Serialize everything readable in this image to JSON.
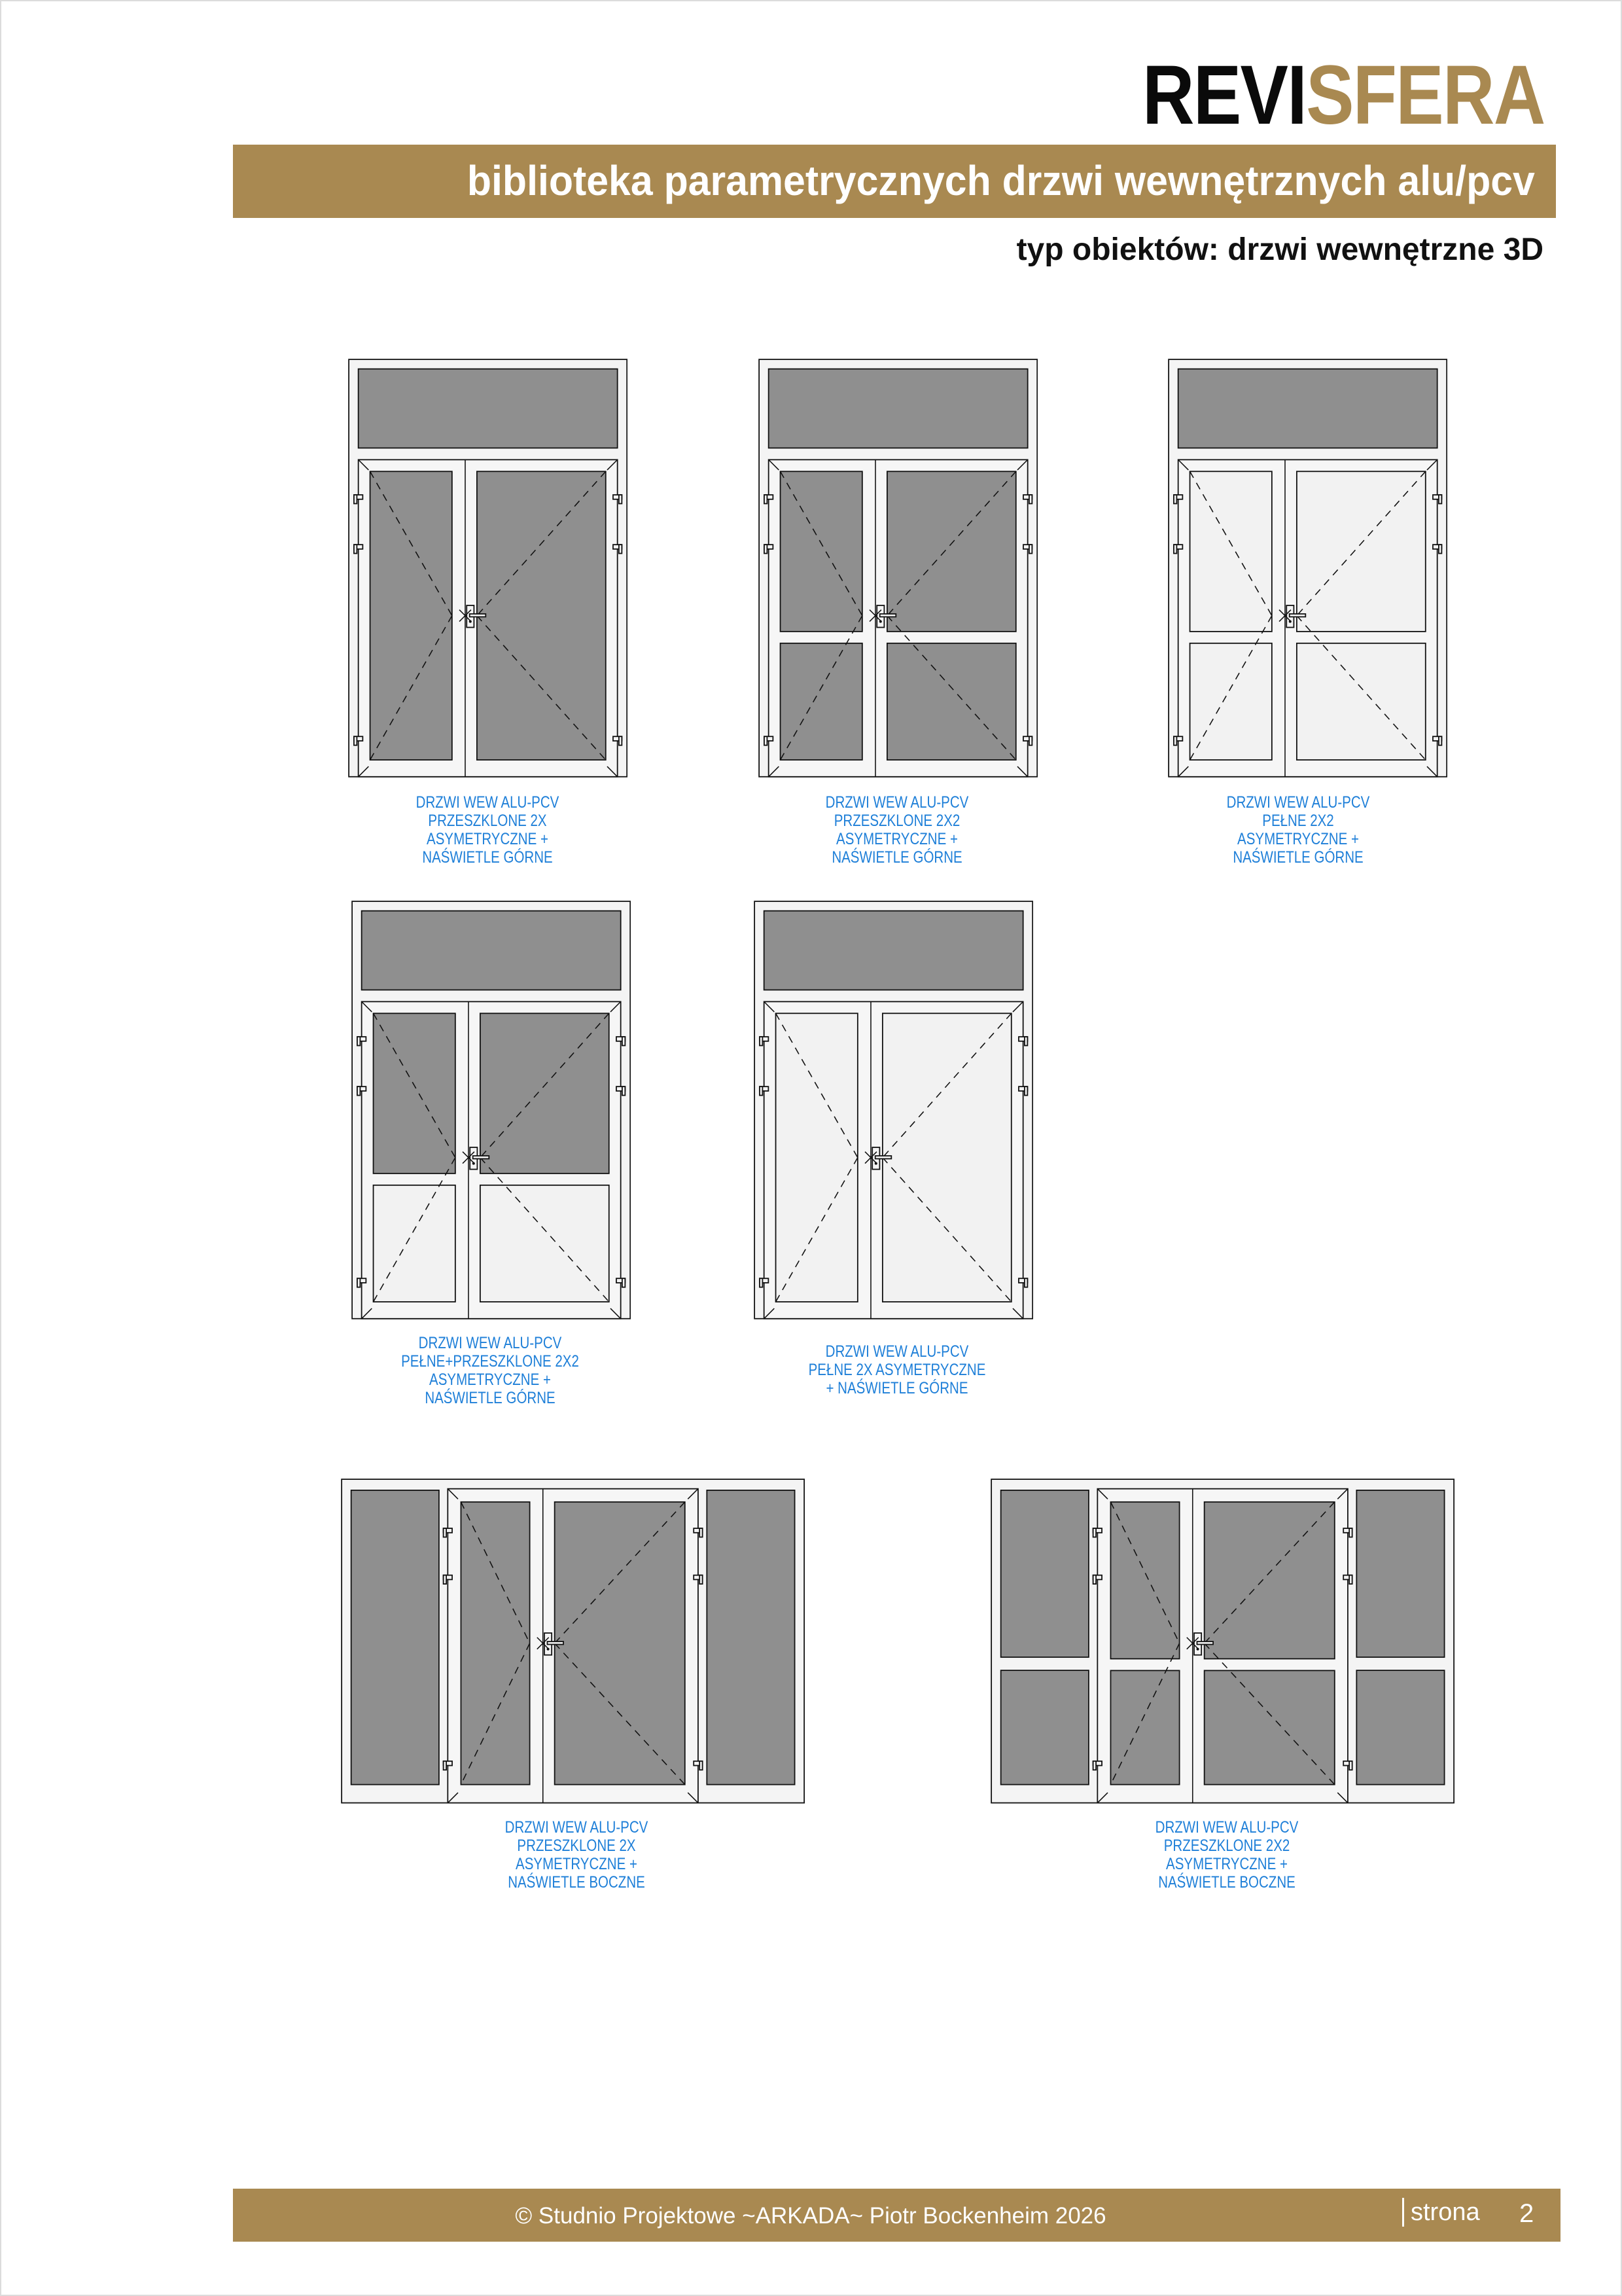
{
  "header": {
    "brand_part1": "REVI",
    "brand_part2": "SFERA",
    "title": "biblioteka parametrycznych drzwi wewnętrznych alu/pcv",
    "subtitle": "typ obiektów: drzwi wewnętrzne 3D"
  },
  "colors": {
    "accent": "#a98951",
    "label": "#1e7fd8",
    "glass": "#8f8f8f",
    "panel": "#f2f2f2"
  },
  "doors": [
    {
      "light": "top",
      "upper": "glass",
      "lower": "glass",
      "rail": false,
      "sidelight_split": false,
      "label": [
        "DRZWI WEW ALU-PCV",
        "PRZESZKLONE 2X",
        "ASYMETRYCZNE +",
        "NAŚWIETLE GÓRNE"
      ]
    },
    {
      "light": "top",
      "upper": "glass",
      "lower": "glass",
      "rail": true,
      "sidelight_split": false,
      "label": [
        "DRZWI WEW ALU-PCV",
        "PRZESZKLONE 2X2",
        "ASYMETRYCZNE +",
        "NAŚWIETLE GÓRNE"
      ]
    },
    {
      "light": "top",
      "upper": "solid",
      "lower": "solid",
      "rail": true,
      "sidelight_split": false,
      "label": [
        "DRZWI WEW ALU-PCV",
        "PEŁNE 2X2",
        "ASYMETRYCZNE +",
        "NAŚWIETLE GÓRNE"
      ]
    },
    {
      "light": "top",
      "upper": "glass",
      "lower": "solid",
      "rail": true,
      "sidelight_split": false,
      "label": [
        "DRZWI WEW ALU-PCV",
        "PEŁNE+PRZESZKLONE 2X2",
        "ASYMETRYCZNE +",
        "NAŚWIETLE GÓRNE"
      ]
    },
    {
      "light": "top",
      "upper": "solid",
      "lower": "solid",
      "rail": false,
      "sidelight_split": false,
      "label": [
        "DRZWI WEW ALU-PCV",
        "PEŁNE 2X ASYMETRYCZNE",
        "+ NAŚWIETLE GÓRNE"
      ]
    },
    {
      "light": "side",
      "upper": "glass",
      "lower": "glass",
      "rail": false,
      "sidelight_split": false,
      "label": [
        "DRZWI WEW ALU-PCV",
        "PRZESZKLONE 2X",
        "ASYMETRYCZNE +",
        "NAŚWIETLE BOCZNE"
      ]
    },
    {
      "light": "side",
      "upper": "glass",
      "lower": "glass",
      "rail": true,
      "sidelight_split": true,
      "label": [
        "DRZWI WEW ALU-PCV",
        "PRZESZKLONE 2X2",
        "ASYMETRYCZNE +",
        "NAŚWIETLE BOCZNE"
      ]
    }
  ],
  "footer": {
    "copyright": "© Studnio Projektowe ~ARKADA~ Piotr Bockenheim 2026",
    "page_label": "strona",
    "page_number": "2"
  }
}
